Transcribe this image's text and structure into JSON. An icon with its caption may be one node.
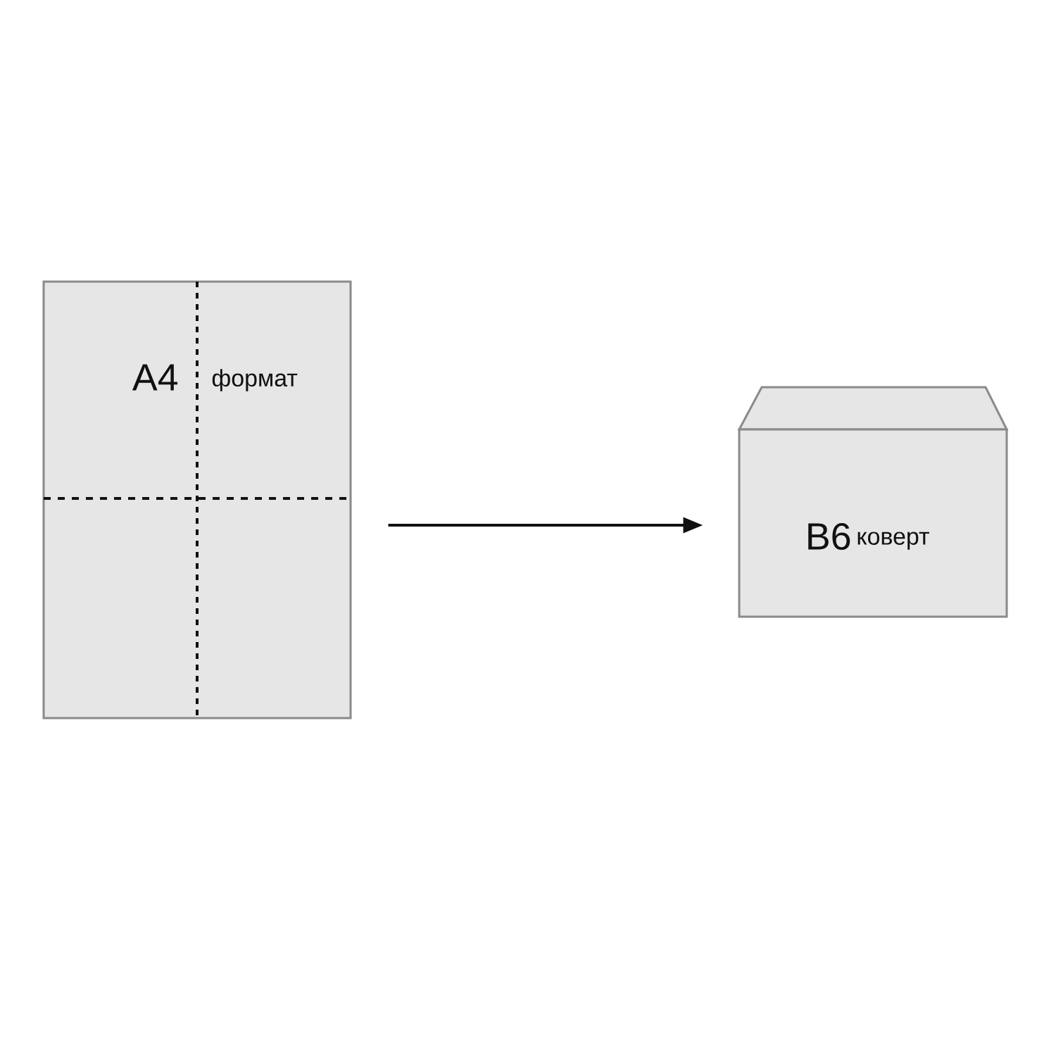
{
  "diagram": {
    "nodes": [
      {
        "text": [
          "A4",
          "формат"
        ]
      },
      {
        "text": [
          "B6",
          "коверт"
        ]
      }
    ],
    "edges": [
      {
        "from": 0,
        "to": 1,
        "arrow": "to"
      }
    ]
  }
}
